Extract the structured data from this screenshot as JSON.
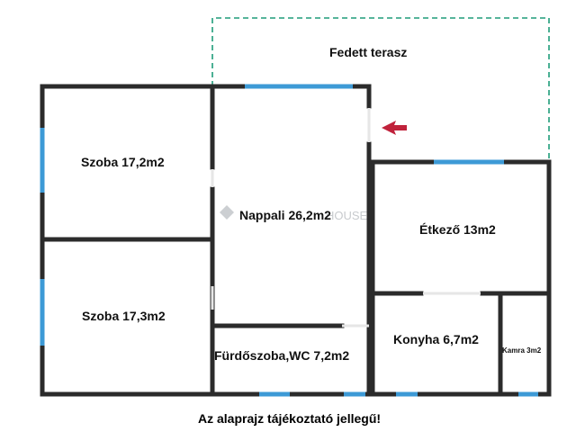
{
  "plan": {
    "colors": {
      "wall": "#2b2b2b",
      "window": "#3d9ad6",
      "terrace_outline": "#1f9c7a",
      "entrance_arrow": "#c0223b",
      "background": "#ffffff"
    },
    "terrace_label": "Fedett terasz",
    "rooms": {
      "szoba1": "Szoba 17,2m2",
      "szoba2": "Szoba 17,3m2",
      "nappali": "Nappali 26,2m2",
      "etkezo": "Étkező 13m2",
      "konyha": "Konyha 6,7m2",
      "furdoszoba": "Fürdőszoba,WC  7,2m2",
      "kamra": "Kamra 3m2"
    },
    "watermark_text": "HOUSE",
    "entrance_icon": "entrance-arrow-icon"
  },
  "caption": "Az alaprajz tájékoztató jellegű!"
}
